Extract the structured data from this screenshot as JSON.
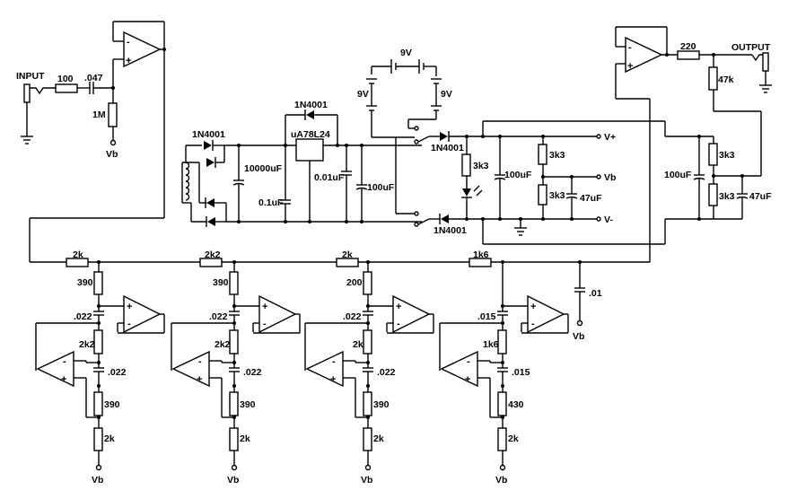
{
  "labels": {
    "input": "INPUT",
    "output": "OUTPUT",
    "r_in": "100",
    "c_in": ".047",
    "r_bias_in": "1M",
    "vb": "Vb",
    "r_out": "220",
    "r_out_bias": "47k",
    "d1": "1N4001",
    "d2": "1N4001",
    "d3": "1N4001",
    "d4": "1N4001",
    "d_top": "1N4001",
    "reg": "uA78L24",
    "c_big": "10000uF",
    "c_01": "0.1uF",
    "c_001": "0.01uF",
    "c_100a": "100uF",
    "c_100b": "100uF",
    "c_100c": "100uF",
    "r_led": "3k3",
    "r_div1": "3k3",
    "r_div2": "3k3",
    "c_47a": "47uF",
    "r_div3": "3k3",
    "r_div4": "3k3",
    "c_47b": "47uF",
    "v_plus": "V+",
    "v_minus": "V-",
    "bat1": "9V",
    "bat2": "9V",
    "bat3": "9V",
    "c_bus": ".01",
    "stage1": {
      "rs": "2k",
      "r1": "390",
      "c1": ".022",
      "r2": "2k2",
      "c2": ".022",
      "r3": "390",
      "r4": "2k"
    },
    "stage2": {
      "rs": "2k2",
      "r1": "390",
      "c1": ".022",
      "r2": "2k2",
      "c2": ".022",
      "r3": "390",
      "r4": "2k"
    },
    "stage3": {
      "rs": "2k",
      "r1": "200",
      "c1": ".022",
      "r2": "2k",
      "c2": ".022",
      "r3": "390",
      "r4": "2k"
    },
    "stage4": {
      "rs": "1k6",
      "r1": "",
      "c1": ".015",
      "r2": "1k6",
      "c2": ".015",
      "r3": "430",
      "r4": "2k"
    }
  }
}
